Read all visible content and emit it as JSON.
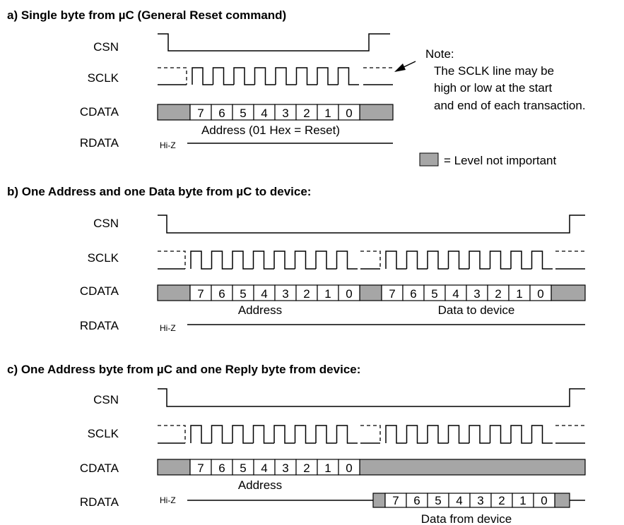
{
  "sections": [
    {
      "title": "a) Single byte from µC (General Reset command)",
      "signals": [
        "CSN",
        "SCLK",
        "CDATA",
        "RDATA"
      ],
      "cdata_captions": [
        "Address (01 Hex = Reset)"
      ],
      "rdata_captions": [],
      "hiz_label": "Hi-Z"
    },
    {
      "title": "b) One Address and one Data byte from µC to device:",
      "signals": [
        "CSN",
        "SCLK",
        "CDATA",
        "RDATA"
      ],
      "cdata_captions": [
        "Address",
        "Data to device"
      ],
      "rdata_captions": [],
      "hiz_label": "Hi-Z"
    },
    {
      "title": "c) One Address byte from µC and one Reply byte from device:",
      "signals": [
        "CSN",
        "SCLK",
        "CDATA",
        "RDATA"
      ],
      "cdata_captions": [
        "Address"
      ],
      "rdata_captions": [
        "Data from device"
      ],
      "hiz_label": "Hi-Z"
    }
  ],
  "bit_labels": [
    "7",
    "6",
    "5",
    "4",
    "3",
    "2",
    "1",
    "0"
  ],
  "note_lines": [
    "Note:",
    "The SCLK line may be",
    "high or low at the start",
    "and end of each transaction."
  ],
  "legend": {
    "label": "= Level not important",
    "swatch_color": "#a6a6a6"
  },
  "colors": {
    "dont_care_fill": "#a6a6a6",
    "bit_fill": "#ffffff",
    "line": "#000000"
  }
}
